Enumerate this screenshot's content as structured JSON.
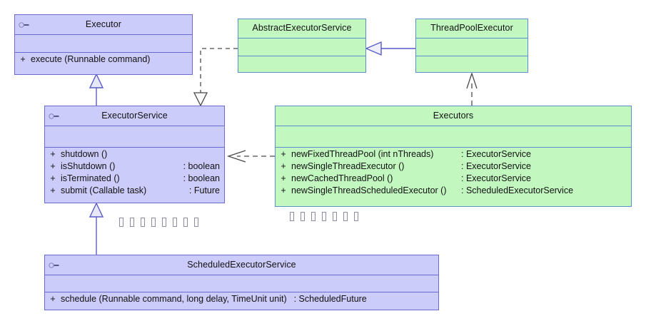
{
  "diagram": {
    "title": "Java Executor Framework UML class diagram",
    "colors": {
      "interface_fill": "#CCCCFA",
      "interface_stroke": "#6A6ACF",
      "class_fill": "#C2F7C0",
      "class_stroke": "#5B8FD0",
      "text": "#111111",
      "background": "#FFFFFF"
    },
    "classes": [
      {
        "id": "executor",
        "name": "Executor",
        "stereotype_icon": "interface-lollipop-icon",
        "is_interface": true,
        "fill": "interface",
        "attributes": [],
        "operations": [
          {
            "visibility": "+",
            "signature": "execute (Runnable command)",
            "type": ""
          }
        ]
      },
      {
        "id": "abstract-executor-service",
        "name": "AbstractExecutorService",
        "stereotype_icon": "",
        "is_interface": false,
        "fill": "class",
        "attributes": [],
        "operations": []
      },
      {
        "id": "thread-pool-executor",
        "name": "ThreadPoolExecutor",
        "stereotype_icon": "",
        "is_interface": false,
        "fill": "class",
        "attributes": [],
        "operations": []
      },
      {
        "id": "executor-service",
        "name": "ExecutorService",
        "stereotype_icon": "interface-lollipop-icon",
        "is_interface": true,
        "fill": "interface",
        "attributes": [],
        "operations": [
          {
            "visibility": "+",
            "signature": "shutdown ()",
            "type": ""
          },
          {
            "visibility": "+",
            "signature": "isShutdown ()",
            "type": ": boolean"
          },
          {
            "visibility": "+",
            "signature": "isTerminated ()",
            "type": ": boolean"
          },
          {
            "visibility": "+",
            "signature": "submit (Callable task)",
            "type": ": Future"
          }
        ]
      },
      {
        "id": "executors",
        "name": "Executors",
        "stereotype_icon": "",
        "is_interface": false,
        "fill": "class",
        "attributes": [],
        "operations": [
          {
            "visibility": "+",
            "signature": "newFixedThreadPool (int nThreads)",
            "type": ": ExecutorService"
          },
          {
            "visibility": "+",
            "signature": "newSingleThreadExecutor ()",
            "type": ": ExecutorService"
          },
          {
            "visibility": "+",
            "signature": "newCachedThreadPool ()",
            "type": ": ExecutorService"
          },
          {
            "visibility": "+",
            "signature": "newSingleThreadScheduledExecutor ()",
            "type": ": ScheduledExecutorService"
          }
        ]
      },
      {
        "id": "scheduled-executor-service",
        "name": "ScheduledExecutorService",
        "stereotype_icon": "interface-lollipop-icon",
        "is_interface": true,
        "fill": "interface",
        "attributes": [],
        "operations": [
          {
            "visibility": "+",
            "signature": "schedule (Runnable command, long delay, TimeUnit unit)",
            "type": ": ScheduledFuture"
          }
        ]
      }
    ],
    "relationships": [
      {
        "id": "rel-executorservice-extends-executor",
        "kind": "generalization",
        "from": "executor-service",
        "to": "executor",
        "line": "solid",
        "arrowhead": "hollow-triangle"
      },
      {
        "id": "rel-threadpoolexecutor-extends-abstractexecutorservice",
        "kind": "generalization",
        "from": "thread-pool-executor",
        "to": "abstract-executor-service",
        "line": "solid",
        "arrowhead": "hollow-triangle"
      },
      {
        "id": "rel-abstractexecutorservice-realizes-executorservice",
        "kind": "realization",
        "from": "abstract-executor-service",
        "to": "executor-service",
        "line": "dashed",
        "arrowhead": "hollow-triangle"
      },
      {
        "id": "rel-executors-depends-executorservice",
        "kind": "dependency",
        "from": "executors",
        "to": "executor-service",
        "line": "dashed",
        "arrowhead": "open-stick"
      },
      {
        "id": "rel-executors-uses-threadpoolexecutor",
        "kind": "dependency",
        "from": "executors",
        "to": "thread-pool-executor",
        "line": "dashed",
        "arrowhead": "open-stick"
      },
      {
        "id": "rel-scheduledexecutorservice-extends-executorservice",
        "kind": "generalization",
        "from": "scheduled-executor-service",
        "to": "executor-service",
        "line": "solid",
        "arrowhead": "hollow-triangle"
      }
    ],
    "unrendered_glyph_groups": [
      {
        "id": "glyphs-left",
        "count": 8
      },
      {
        "id": "glyphs-right",
        "count": 7
      }
    ]
  }
}
